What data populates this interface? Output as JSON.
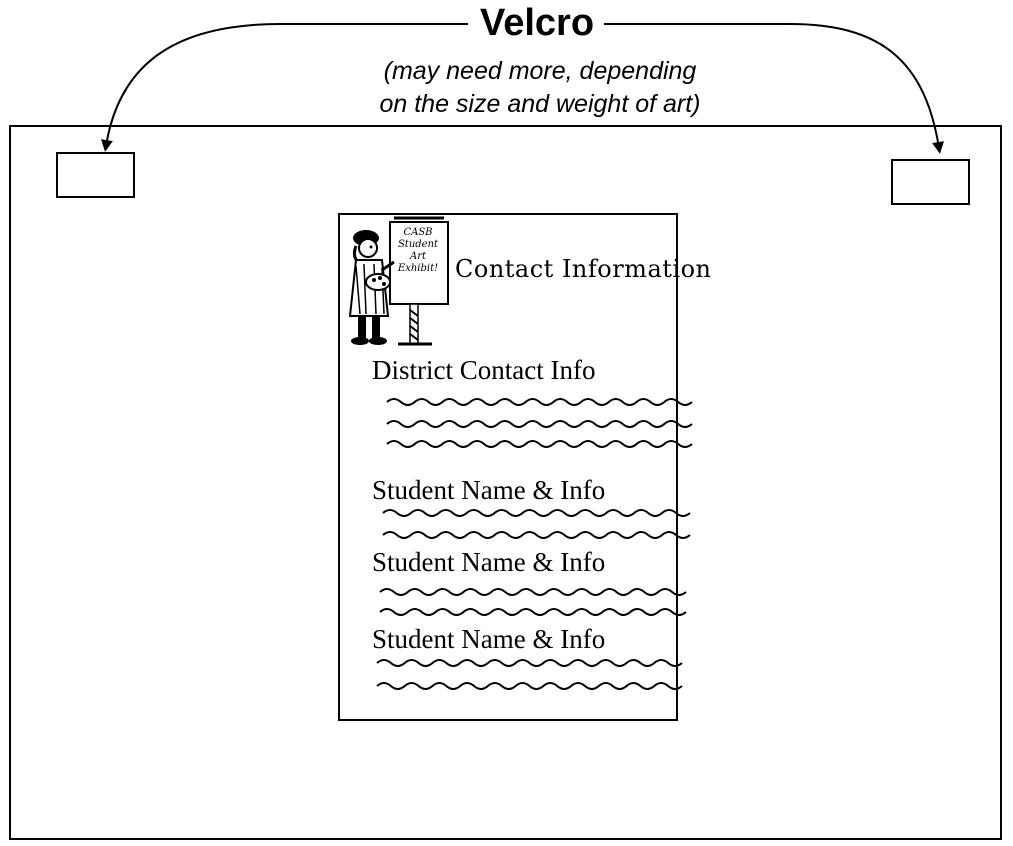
{
  "header": {
    "label": "Velcro",
    "note_line1": "(may need more, depending",
    "note_line2": "on the size and weight of art)"
  },
  "card": {
    "easel_lines": [
      "CASB",
      "Student",
      "Art",
      "Exhibit!"
    ],
    "title": "Contact Information",
    "entries": [
      "District Contact Info",
      "Student Name & Info",
      "Student Name & Info",
      "Student Name & Info"
    ]
  },
  "colors": {
    "ink": "#000000",
    "paper": "#ffffff"
  }
}
